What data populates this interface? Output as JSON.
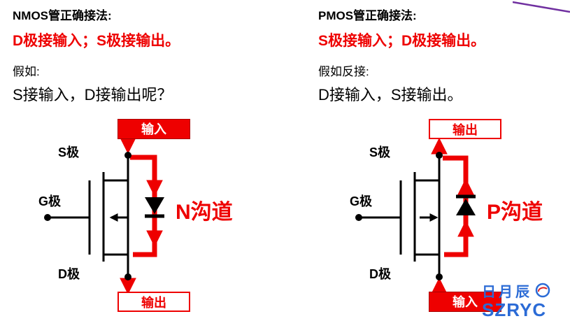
{
  "panels": [
    {
      "title": "NMOS管正确接法:",
      "rule": "D极接输入；S极接输出。",
      "cond": "假如:",
      "question": "S接输入，D接输出呢？",
      "top_box": "输入",
      "bottom_box": "输出",
      "s_label": "S极",
      "g_label": "G极",
      "d_label": "D极",
      "channel_label": "N沟道"
    },
    {
      "title": "PMOS管正确接法:",
      "rule": "S极接输入；D极接输出。",
      "cond": "假如反接:",
      "question": "D接输入，S接输出。",
      "top_box": "输出",
      "bottom_box": "输入",
      "s_label": "S极",
      "g_label": "G极",
      "d_label": "D极",
      "channel_label": "P沟道"
    }
  ],
  "logo": {
    "name": "日月辰",
    "abbr": "SZRYC"
  },
  "colors": {
    "accent_red": "#ee0000",
    "logo_blue": "#2b6bd6",
    "decor_purple": "#7030a0"
  }
}
